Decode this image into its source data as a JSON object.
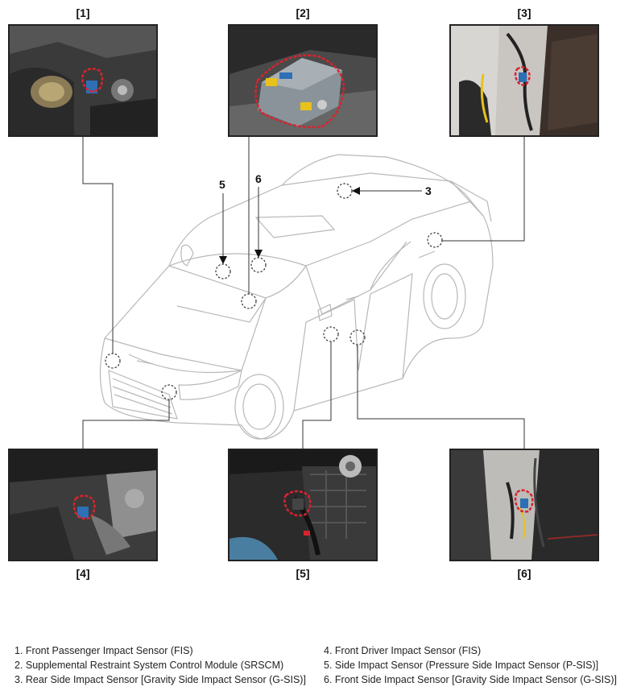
{
  "photos": [
    {
      "id": "p1",
      "label": "[1]"
    },
    {
      "id": "p2",
      "label": "[2]"
    },
    {
      "id": "p3",
      "label": "[3]"
    },
    {
      "id": "p4",
      "label": "[4]"
    },
    {
      "id": "p5",
      "label": "[5]"
    },
    {
      "id": "p6",
      "label": "[6]"
    }
  ],
  "callouts": {
    "n3": "3",
    "n5": "5",
    "n6": "6"
  },
  "legend": {
    "left": [
      "1. Front Passenger Impact Sensor (FIS)",
      "2. Supplemental Restraint System Control Module (SRSCM)",
      "3. Rear Side Impact Sensor [Gravity Side Impact Sensor (G-SIS)]"
    ],
    "right": [
      "4. Front Driver Impact Sensor (FIS)",
      "5. Side Impact Sensor (Pressure Side Impact Sensor (P-SIS)]",
      "6. Front Side Impact Sensor [Gravity Side Impact Sensor (G-SIS)]"
    ]
  },
  "colors": {
    "highlight": "#d9232e",
    "connector_blue": "#2e6fb5",
    "connector_yellow": "#e8c21a"
  }
}
